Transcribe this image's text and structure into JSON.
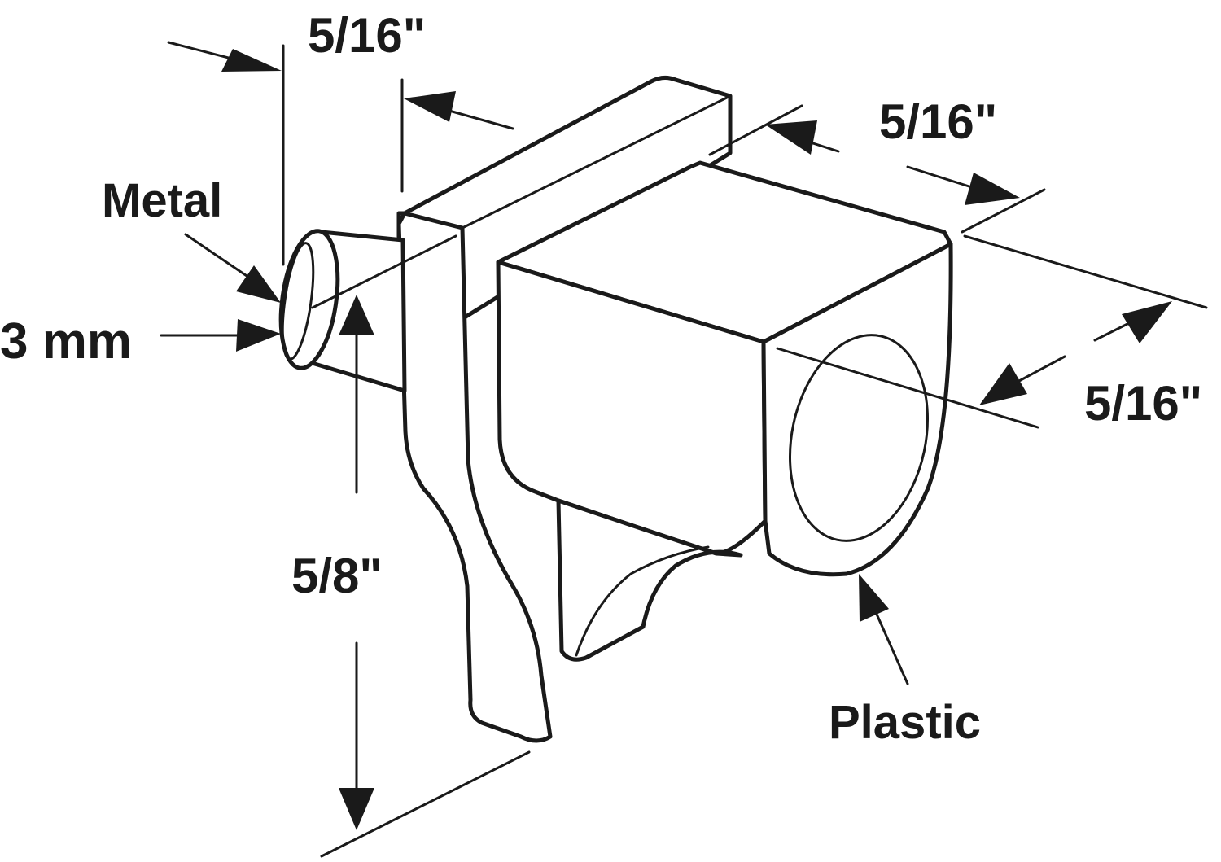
{
  "diagram": {
    "labels": {
      "metal": "Metal",
      "pin_diameter": "3 mm",
      "pin_length": "5/16\"",
      "body_width": "5/16\"",
      "body_depth": "5/16\"",
      "height": "5/8\"",
      "plastic": "Plastic"
    },
    "colors": {
      "ink": "#1a1a1a",
      "background": "#ffffff"
    }
  }
}
